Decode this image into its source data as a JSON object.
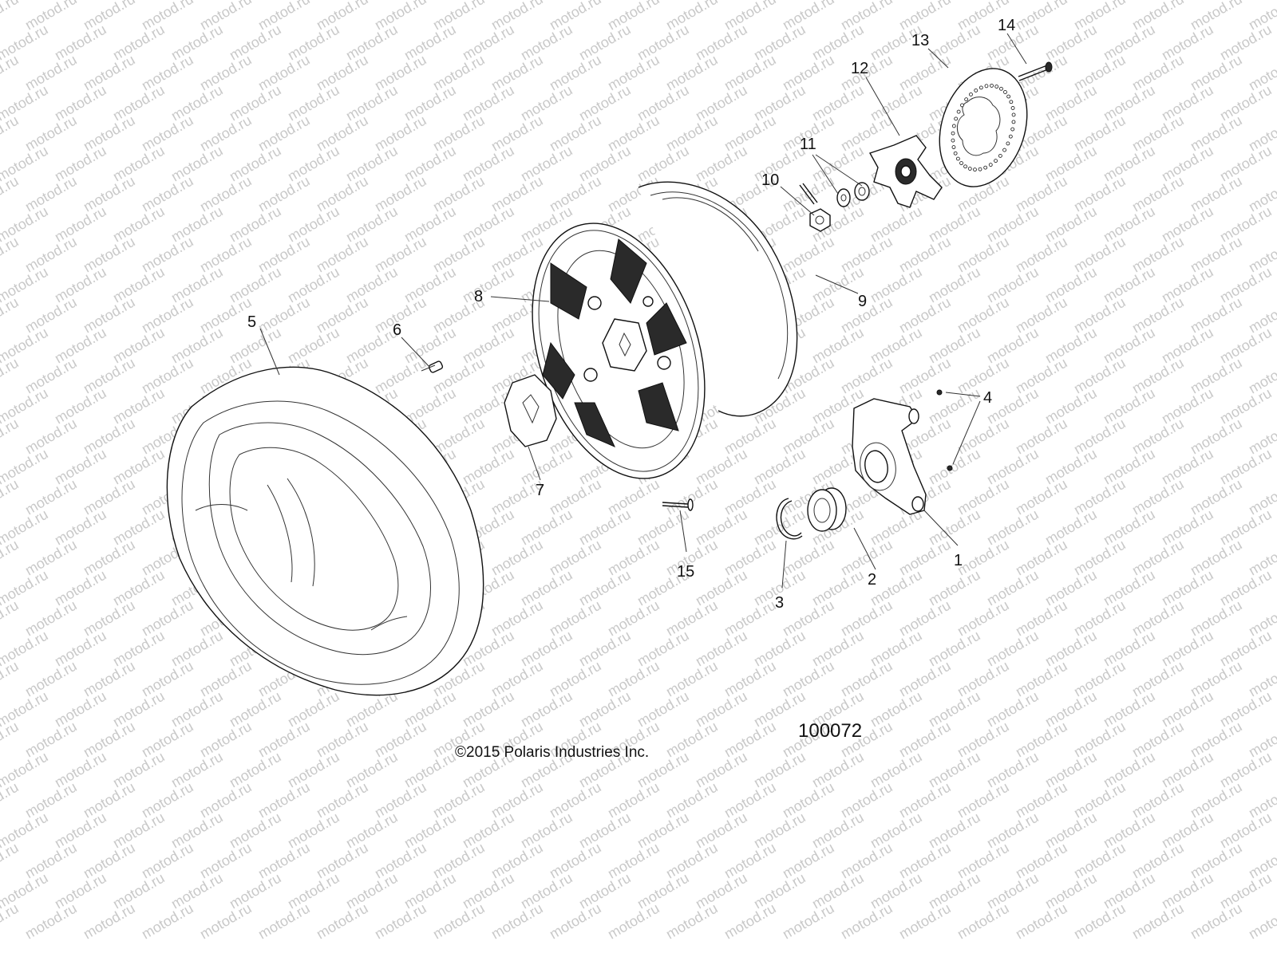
{
  "watermark": "motod.ru",
  "callouts": {
    "c1": "1",
    "c2": "2",
    "c3": "3",
    "c4": "4",
    "c5": "5",
    "c6": "6",
    "c7": "7",
    "c8": "8",
    "c9": "9",
    "c10": "10",
    "c11": "11",
    "c12": "12",
    "c13": "13",
    "c14": "14",
    "c15": "15"
  },
  "footer": {
    "drawing_number": "100072",
    "copyright": "©2015 Polaris Industries Inc."
  }
}
